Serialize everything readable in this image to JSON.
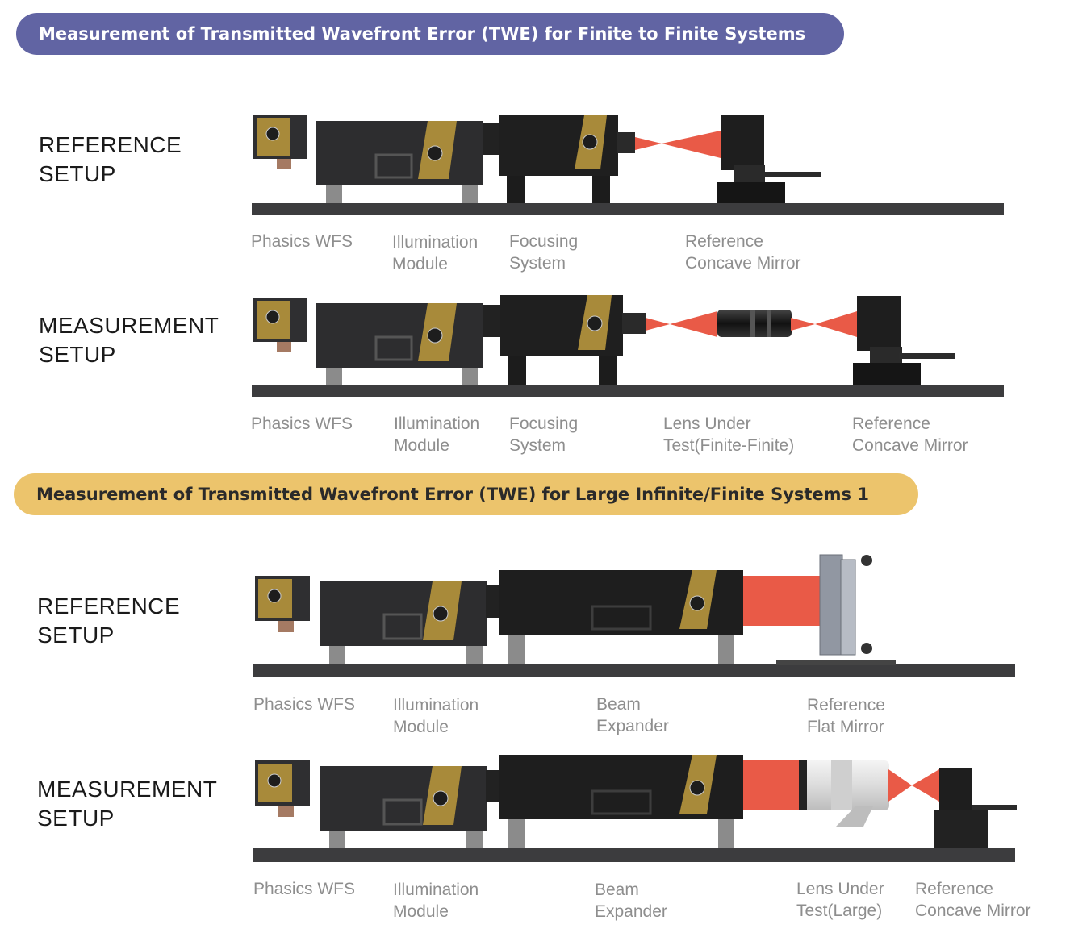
{
  "banners": {
    "finite": "Measurement of Transmitted Wavefront Error (TWE) for Finite to Finite Systems",
    "large": "Measurement of Transmitted Wavefront Error (TWE) for Large Infinite/Finite Systems 1"
  },
  "setups": {
    "ref_1": [
      "REFERENCE",
      "SETUP"
    ],
    "meas_1": [
      "MEASUREMENT",
      "SETUP"
    ],
    "ref_2": [
      "REFERENCE",
      "SETUP"
    ],
    "meas_2": [
      "MEASUREMENT",
      "SETUP"
    ]
  },
  "labels": {
    "row1": [
      [
        "Phasics WFS",
        ""
      ],
      [
        "Illumination",
        "Module"
      ],
      [
        "Focusing",
        "System"
      ],
      [
        "Reference",
        "Concave Mirror"
      ]
    ],
    "row2": [
      [
        "Phasics WFS",
        ""
      ],
      [
        "Illumination",
        "Module"
      ],
      [
        "Focusing",
        "System"
      ],
      [
        "Lens Under",
        "Test(Finite-Finite)"
      ],
      [
        "Reference",
        "Concave Mirror"
      ]
    ],
    "row3": [
      [
        "Phasics WFS",
        ""
      ],
      [
        "Illumination",
        "Module"
      ],
      [
        "Beam",
        "Expander"
      ],
      [
        "Reference",
        "Flat Mirror"
      ]
    ],
    "row4": [
      [
        "Phasics WFS",
        ""
      ],
      [
        "Illumination",
        "Module"
      ],
      [
        "Beam",
        "Expander"
      ],
      [
        "Lens Under",
        "Test(Large)"
      ],
      [
        "Reference",
        "Concave Mirror"
      ]
    ]
  },
  "colors": {
    "purple_banner": "#6164a3",
    "gold_banner": "#ecc46c",
    "beam": "#e95a47",
    "gold_plate": "#a88a3a",
    "rail": "#3c3c3e",
    "housing": "#2b2b2d",
    "label_gray": "#8e8e8e"
  }
}
